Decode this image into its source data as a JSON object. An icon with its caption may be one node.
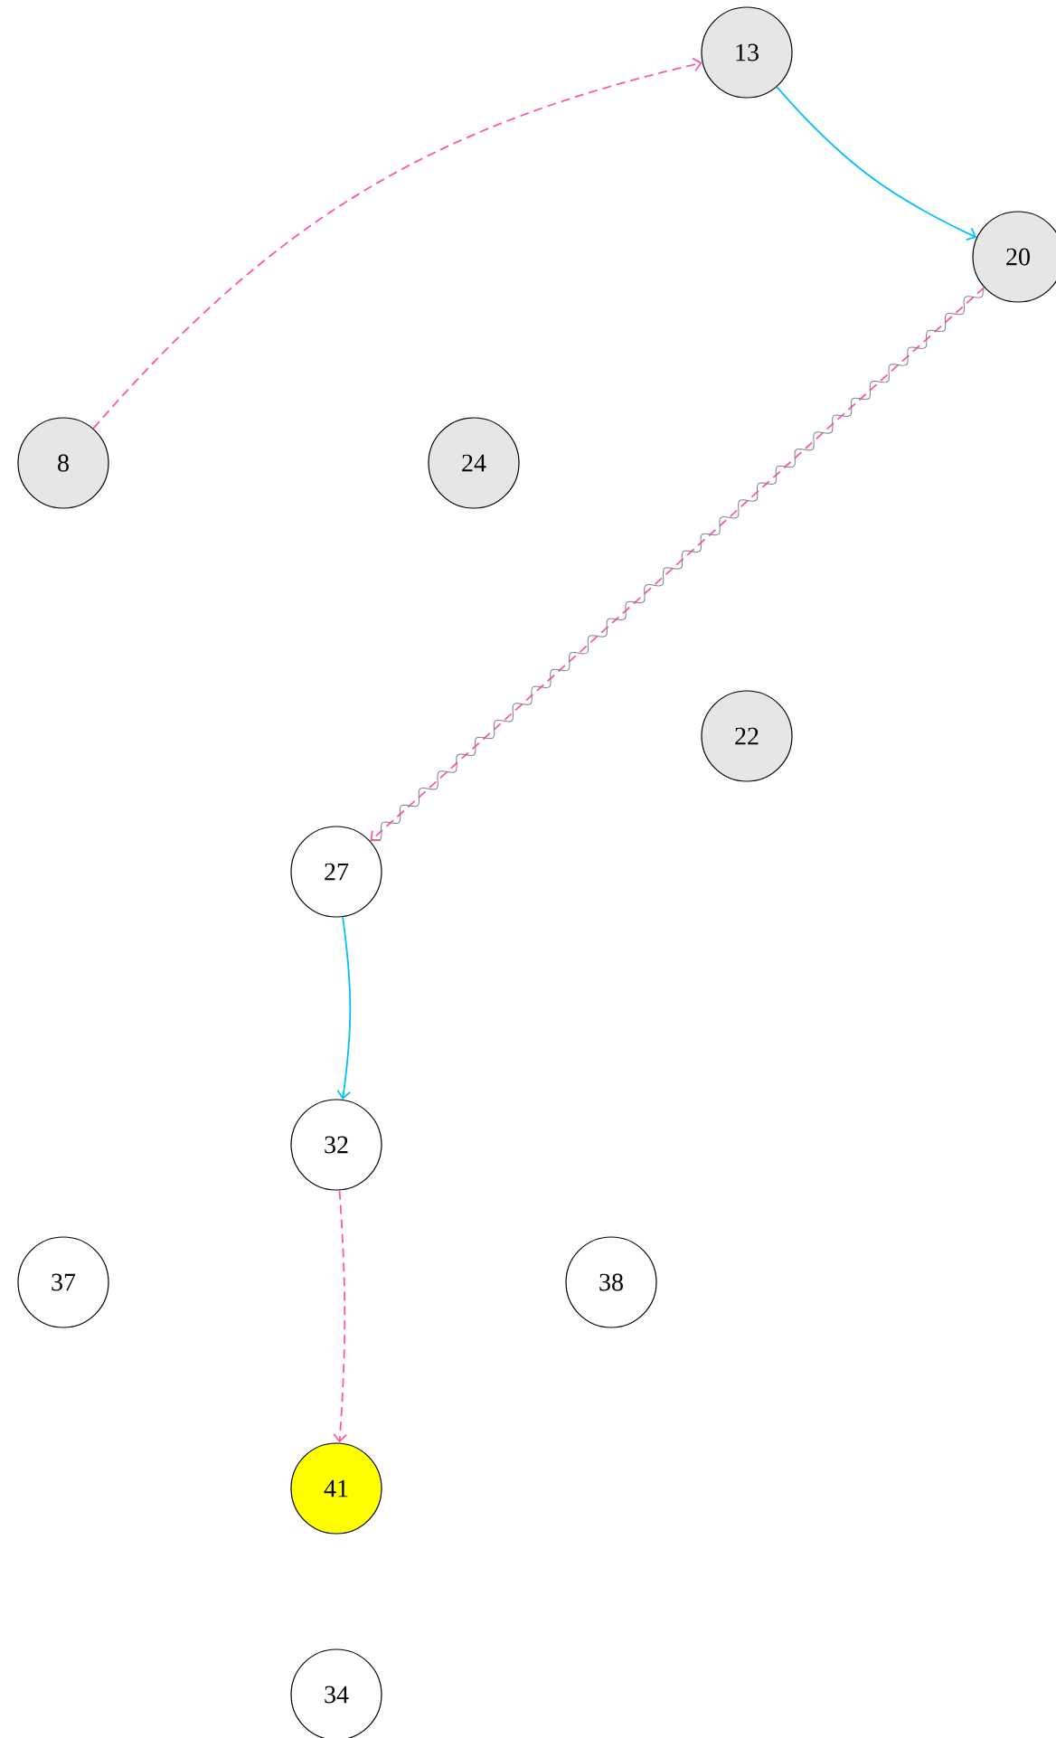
{
  "diagram": {
    "nodes": [
      {
        "text": [
          "13"
        ]
      },
      {
        "text": [
          "20"
        ]
      },
      {
        "text": [
          "8"
        ]
      },
      {
        "text": [
          "24"
        ]
      },
      {
        "text": [
          "22"
        ]
      },
      {
        "text": [
          "27"
        ]
      },
      {
        "text": [
          "32"
        ]
      },
      {
        "text": [
          "37"
        ]
      },
      {
        "text": [
          "38"
        ]
      },
      {
        "text": [
          "41"
        ]
      },
      {
        "text": [
          "34"
        ]
      }
    ],
    "edges": [
      {
        "from": 2,
        "to": 0,
        "arrow": "to",
        "style": "dashed",
        "color": "#ff55aa"
      },
      {
        "from": 0,
        "to": 1,
        "arrow": "to",
        "color": "#00bfff"
      },
      {
        "from": 1,
        "to": 5,
        "arrow": "to",
        "style": "dashed",
        "color": "#ff55aa"
      },
      {
        "from": 1,
        "to": 5,
        "arrow": "none",
        "color": "#808080"
      },
      {
        "from": 5,
        "to": 6,
        "arrow": "to",
        "color": "#00bfff"
      },
      {
        "from": 6,
        "to": 9,
        "arrow": "to",
        "style": "dashed",
        "color": "#ff55aa"
      }
    ]
  }
}
